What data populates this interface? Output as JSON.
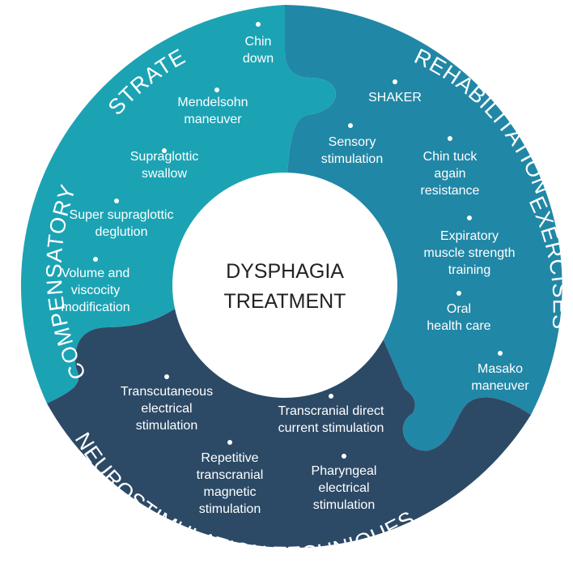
{
  "center": {
    "line1": "DYSPHAGIA",
    "line2": "TREATMENT"
  },
  "colors": {
    "compensatory": "#1ba3b4",
    "rehabilitation": "#2187a6",
    "neurostimulation": "#2c4a66",
    "center_fill": "#ffffff",
    "center_text": "#222222",
    "bullet": "#ffffff"
  },
  "sections": {
    "compensatory": {
      "title_a": "COMPENSATORY",
      "title_b": "STRATEGIES",
      "items": [
        {
          "lines": [
            "Chin",
            "down"
          ]
        },
        {
          "lines": [
            "Mendelsohn",
            "maneuver"
          ]
        },
        {
          "lines": [
            "Supraglottic",
            "swallow"
          ]
        },
        {
          "lines": [
            "Super supraglottic",
            "deglution"
          ]
        },
        {
          "lines": [
            "Volume and",
            "viscocity",
            "modification"
          ]
        }
      ]
    },
    "rehabilitation": {
      "title_a": "REHABILITATION",
      "title_b": "EXERCISES",
      "items": [
        {
          "lines": [
            "SHAKER"
          ]
        },
        {
          "lines": [
            "Sensory",
            "stimulation"
          ]
        },
        {
          "lines": [
            "Chin tuck",
            "again",
            "resistance"
          ]
        },
        {
          "lines": [
            "Expiratory",
            "muscle strength",
            "training"
          ]
        },
        {
          "lines": [
            "Oral",
            "health care"
          ]
        },
        {
          "lines": [
            "Masako",
            "maneuver"
          ]
        }
      ]
    },
    "neurostimulation": {
      "title": "NEUROSTIMULATION  TECHNIQUES",
      "items": [
        {
          "lines": [
            "Transcutaneous",
            "electrical",
            "stimulation"
          ]
        },
        {
          "lines": [
            "Transcranial direct",
            "current stimulation"
          ]
        },
        {
          "lines": [
            "Repetitive",
            "transcranial",
            "magnetic",
            "stimulation"
          ]
        },
        {
          "lines": [
            "Pharyngeal",
            "electrical",
            "stimulation"
          ]
        }
      ]
    }
  }
}
